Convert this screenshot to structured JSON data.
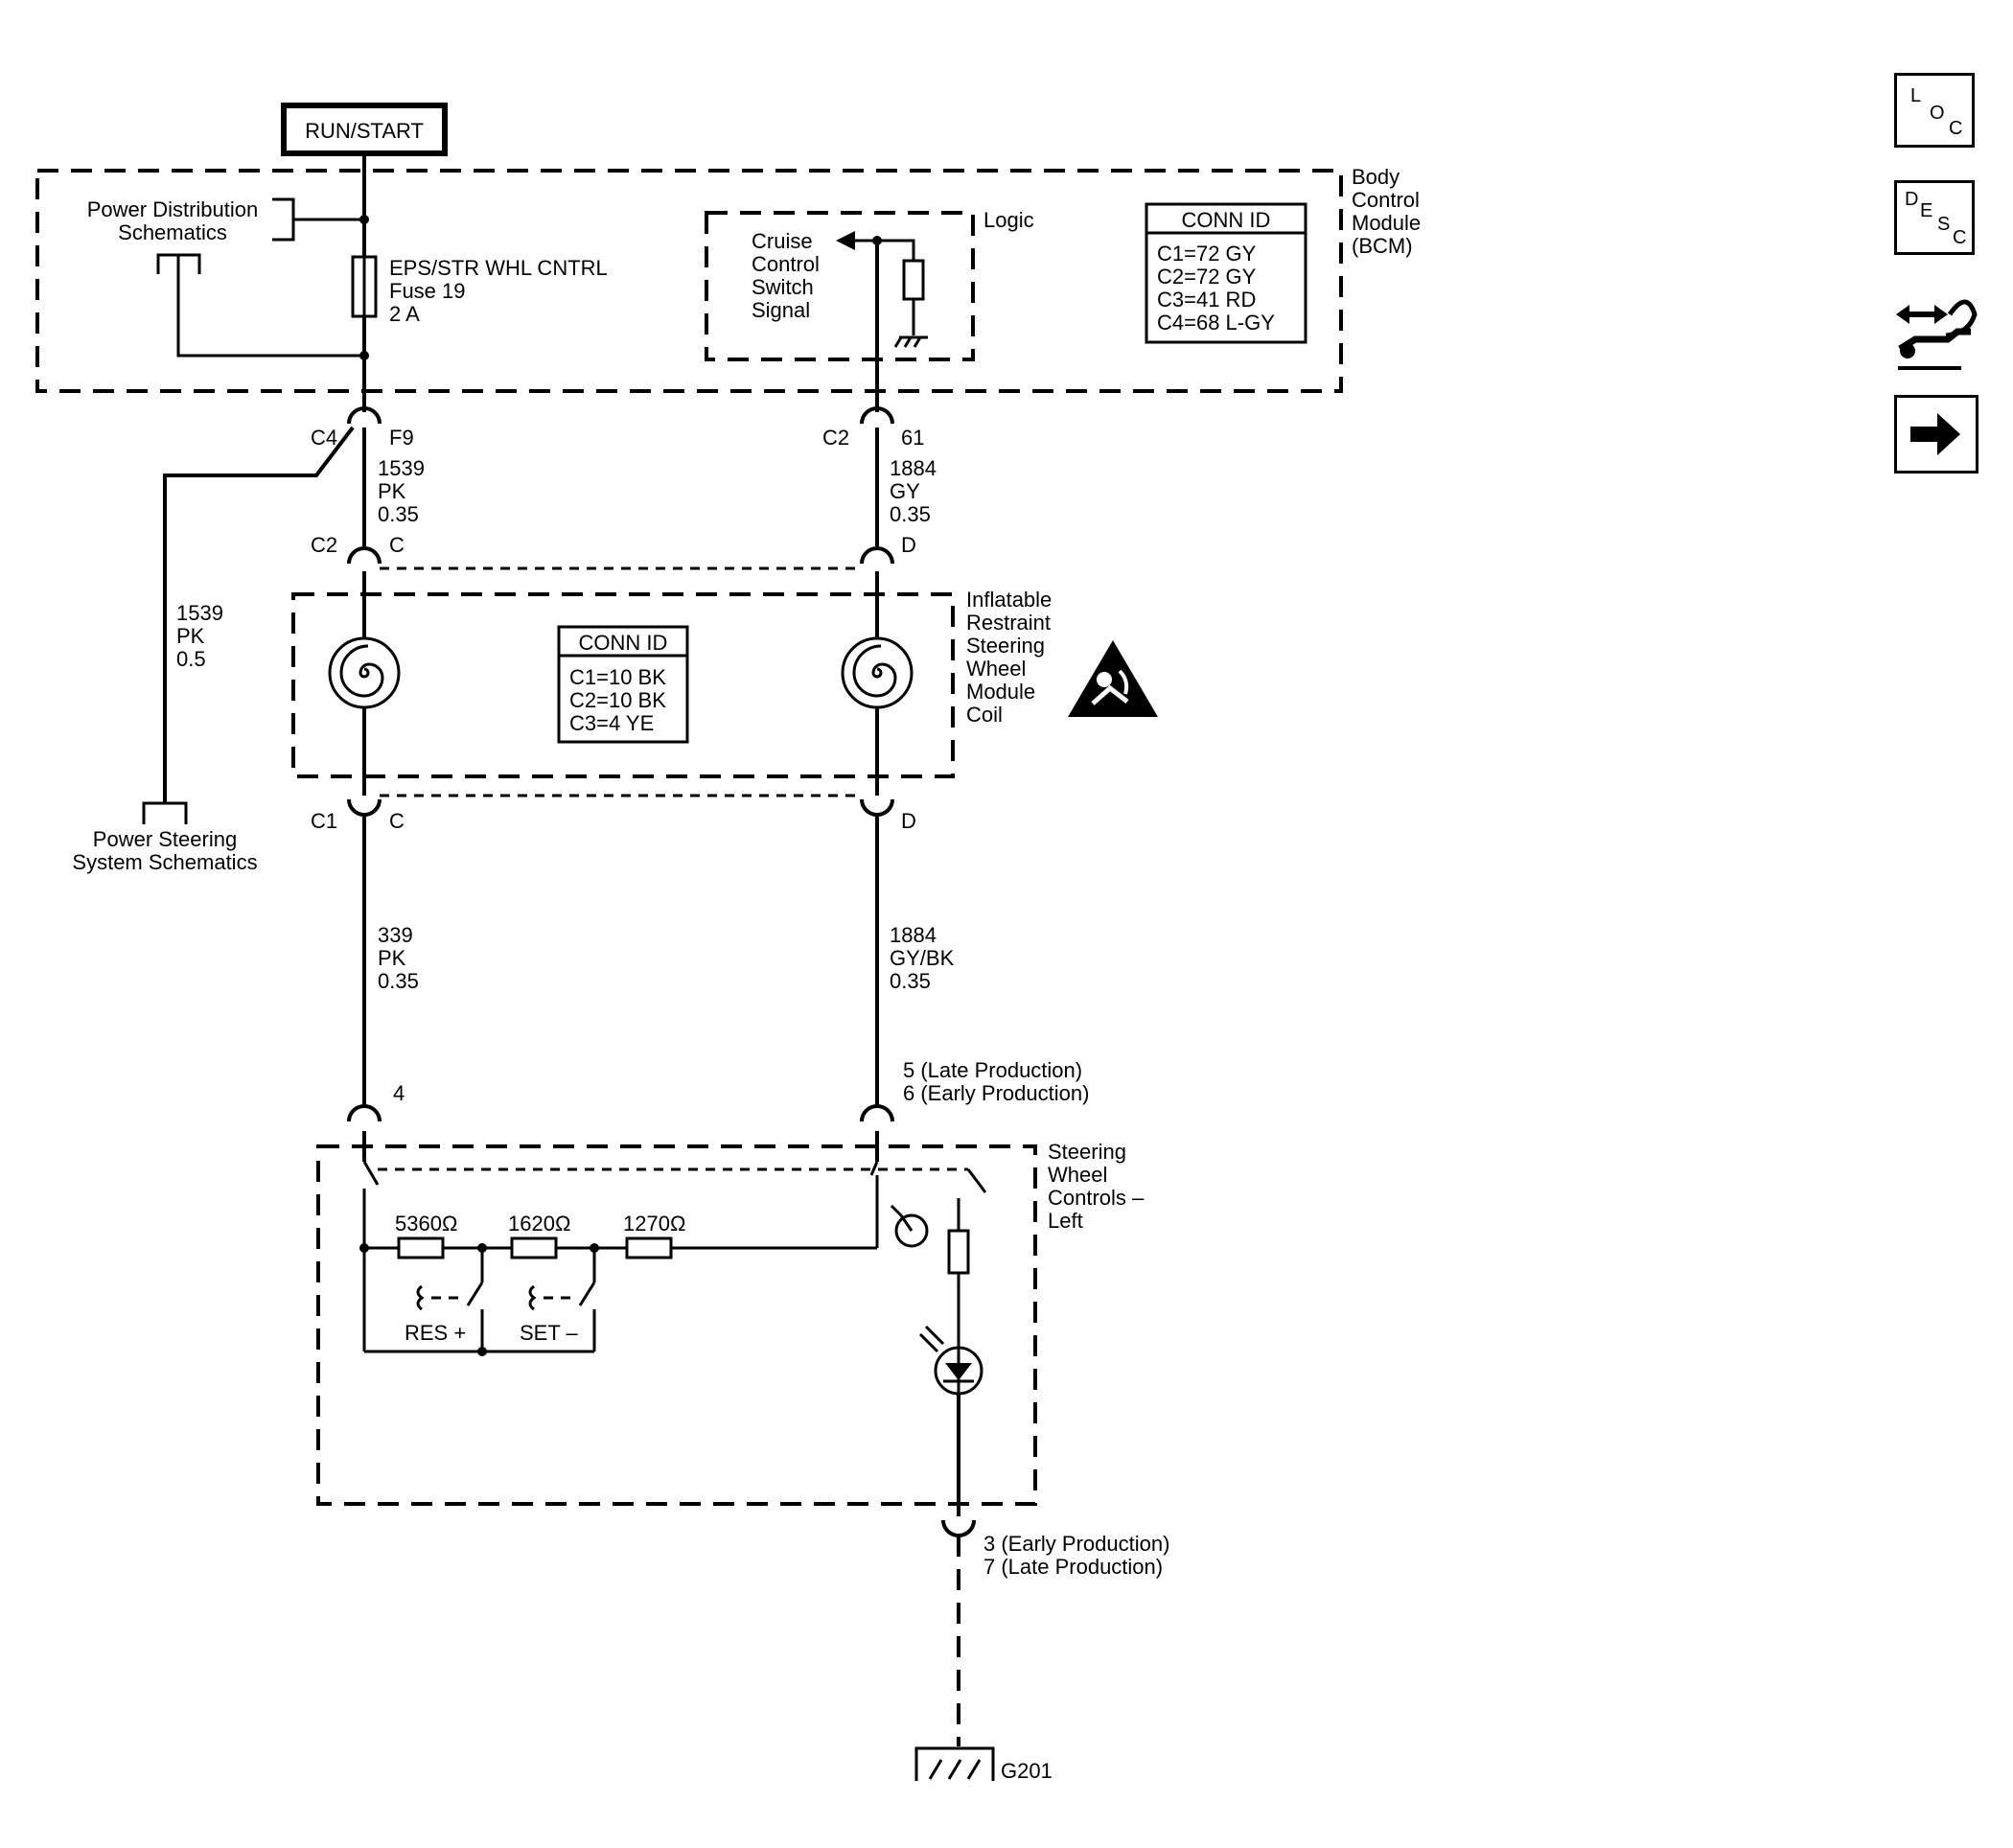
{
  "top_box_label": "RUN/START",
  "power_distribution": [
    "Power Distribution",
    "Schematics"
  ],
  "fuse": [
    "EPS/STR WHL CNTRL",
    "Fuse 19",
    "2 A"
  ],
  "cruise_signal": [
    "Cruise",
    "Control",
    "Switch",
    "Signal"
  ],
  "logic_label": "Logic",
  "bcm_label": [
    "Body",
    "Control",
    "Module",
    "(BCM)"
  ],
  "bcm_conn": {
    "title": "CONN ID",
    "rows": [
      "C1=72 GY",
      "C2=72 GY",
      "C3=41 RD",
      "C4=68 L-GY"
    ]
  },
  "conn_bcm_left": {
    "connector": "C4",
    "pin": "F9"
  },
  "conn_bcm_right": {
    "connector": "C2",
    "pin": "61"
  },
  "wire_1539_upper": [
    "1539",
    "PK",
    "0.35"
  ],
  "wire_1884_upper": [
    "1884",
    "GY",
    "0.35"
  ],
  "conn_coil_top_left": {
    "connector": "C2",
    "pin": "C"
  },
  "conn_coil_top_right": {
    "pin": "D"
  },
  "wire_1539_left": [
    "1539",
    "PK",
    "0.5"
  ],
  "power_steering": [
    "Power Steering",
    "System Schematics"
  ],
  "coil_conn": {
    "title": "CONN ID",
    "rows": [
      "C1=10 BK",
      "C2=10 BK",
      "C3=4 YE"
    ]
  },
  "coil_label": [
    "Inflatable",
    "Restraint",
    "Steering",
    "Wheel",
    "Module",
    "Coil"
  ],
  "conn_coil_bottom_left": {
    "connector": "C1",
    "pin": "C"
  },
  "conn_coil_bottom_right": {
    "pin": "D"
  },
  "wire_339": [
    "339",
    "PK",
    "0.35"
  ],
  "wire_1884_lower": [
    "1884",
    "GY/BK",
    "0.35"
  ],
  "pin_left_swc": "4",
  "pin_right_swc": [
    "5 (Late Production)",
    "6 (Early Production)"
  ],
  "swc_label": [
    "Steering",
    "Wheel",
    "Controls –",
    "Left"
  ],
  "resistors": [
    "5360Ω",
    "1620Ω",
    "1270Ω"
  ],
  "switches": [
    "RES +",
    "SET –"
  ],
  "ground_pin": [
    "3 (Early Production)",
    "7 (Late Production)"
  ],
  "ground_label": "G201",
  "nav": {
    "loc": [
      "L",
      "O",
      "C"
    ],
    "desc": [
      "D",
      "E",
      "S",
      "C"
    ]
  }
}
